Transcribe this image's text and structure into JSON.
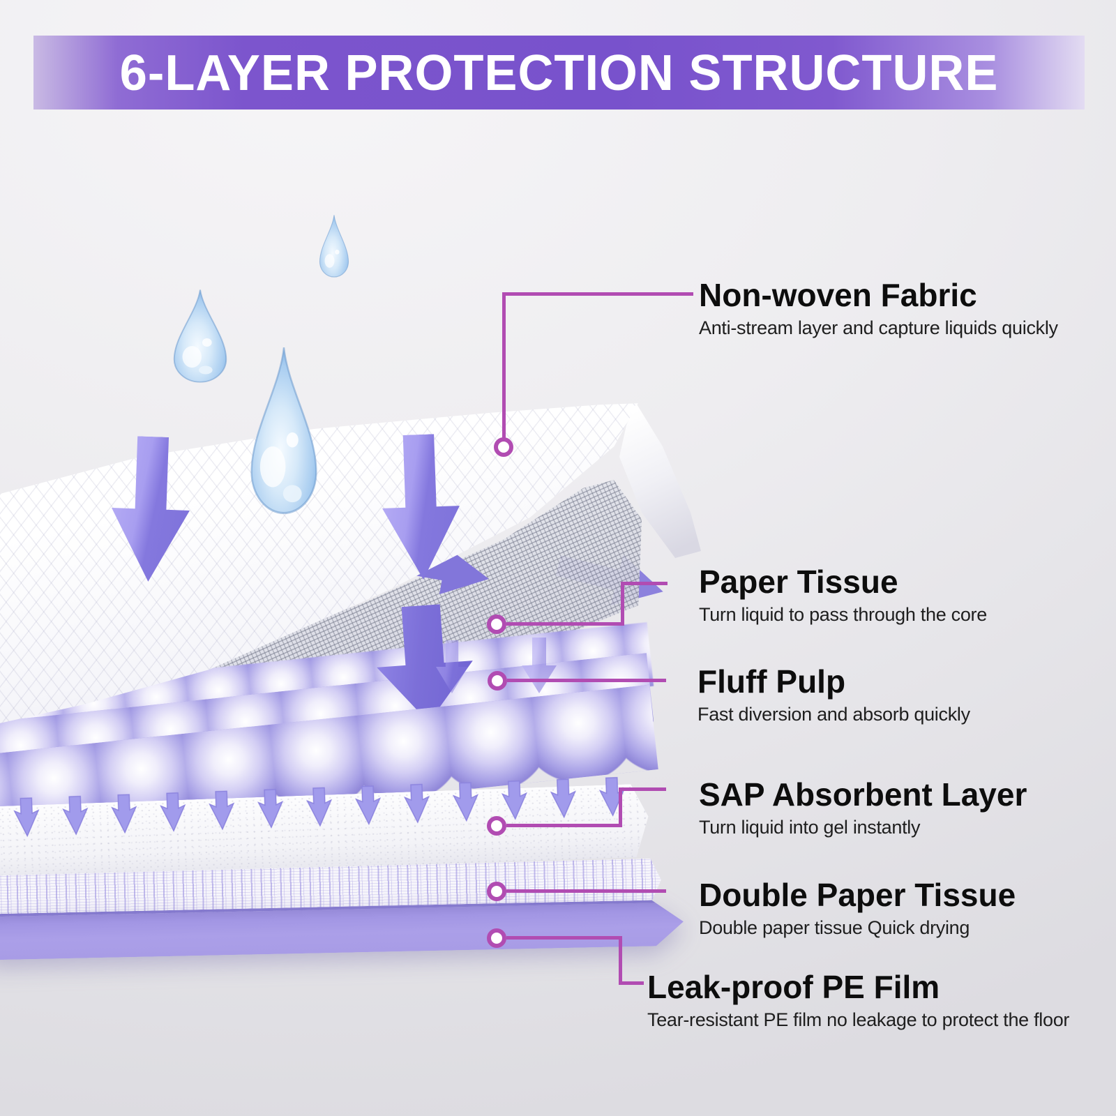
{
  "header": {
    "title": "6-LAYER PROTECTION STRUCTURE"
  },
  "layers": [
    {
      "id": "non-woven-fabric",
      "name": "Non-woven Fabric",
      "description": "Anti-stream layer and capture liquids quickly"
    },
    {
      "id": "paper-tissue",
      "name": "Paper Tissue",
      "description": "Turn liquid to pass through the core"
    },
    {
      "id": "fluff-pulp",
      "name": "Fluff Pulp",
      "description": "Fast diversion and absorb quickly"
    },
    {
      "id": "sap-absorbent-layer",
      "name": "SAP Absorbent Layer",
      "description": "Turn liquid into gel instantly"
    },
    {
      "id": "double-paper-tissue",
      "name": "Double Paper Tissue",
      "description": "Double paper tissue Quick drying"
    },
    {
      "id": "leak-proof-pe-film",
      "name": "Leak-proof PE Film",
      "description": "Tear-resistant PE film no leakage to protect the floor"
    }
  ],
  "palette": {
    "banner_purple": "#7c55cd",
    "connector_magenta": "#b14cb2",
    "arrow_purple": "#8478de",
    "gel_ball_purple": "#a8a1e6",
    "pe_film_purple": "#ab9fe8",
    "water_drop_blue": "#a9cdf0",
    "title_text": "#0d0d0d",
    "banner_text": "#ffffff"
  }
}
